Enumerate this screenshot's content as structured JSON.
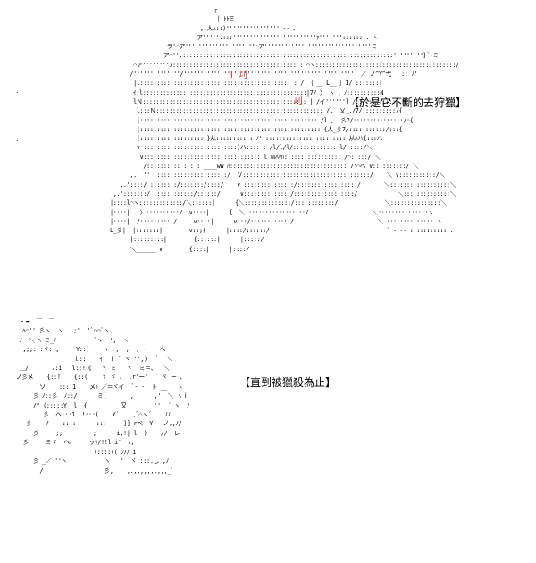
{
  "colors": {
    "text": "#000000",
    "accent_red": "#e03a3a",
    "background": "#ffffff"
  },
  "captions": {
    "top": "【於是它不斷的去狩獵】",
    "bottom": "【直到被獵殺為止】"
  },
  "annotations": {
    "red_mark_1": "Т 㓚",
    "red_mark_2": "㓚"
  },
  "stray_marks": {
    "dot": "."
  },
  "art": {
    "top": [
      "                                   ┌",
      "                                    | ﾄﾄミ",
      "                               ,.人∧::)'''''''''''''''''-- 、",
      "                              ア'''''.:::'''''''''''''''''''''''''ｧ'''''''::::::.. ヽ",
      "                     ラ'⌒ア'''''''''''''''''''''⌒ア''''''''''''''''''''''''''''''''ミ",
      "                    ア⌒''.:::::::::::::::::::::::::::::::::::::::::::::::::::::::::::::::'''''''''}`ﾄミ",
      "           ⌒ア''''''''7::::::::::::::::::::::::::::::::::::: : ⌒ヽ::::::::::::::::::::::::::::::::::::::::::/",
      "          /''''''''''''''/'''''''''''''''''''''''''''''''''''''''''''''''''''  ／ ノ^Y^弋   :: ﾉ'",
      "           |l::::::::::::::::::::::::::::::::::::::::::::: : / ｛ __ L__ ｝I/ :::::::|",
      "           ｲ:l:::::::::::::::::::::::::::::::::::::::::::::::::|7/ 〉 ヽ 、ﾉ::::::::::N",
      "           lＮ::::::::::::::::::::::::::::::::::::::::::::::::: | /イ''''''l /::::::::::::  N",
      "            l:::Ｎ:::::::::::::::::::::::::::::::::::::::::::::::::: /l  乂_,/7/::::::::::/{",
      "            |::::::::::::::::::::::::::::::::::::::::::::::::::::: /l ,.:彡7/:::::::::::::::/:{",
      "            |:::::::::::::::::::::::::::::::::::::::::::::::::::::: {人_彡7/:::::::::::/:::{",
      "            |::::::::::::::::::: }从::::::::: : ﾉ' :::::::::::::::::::::::: 从ﾊハ{:::ハ",
      "            ∨ ::::::::::::::::::::::::::::)ハ:::: : /l/l/l/::::::::::::: l/:::::/＼",
      "             ∨::::::::::::::::::::::::::::::::::: l ﾊﾙﾍﾍﾊ::::::::::::::::: /⌒:::::/ ＼",
      "              /:::::::::: : : : ____wW ﾊ:::::::::::::::::::::::::::::::::::`7'⌒ヘ ∨::::::::::/ ＼",
      "          ,.  '' ,:::::::::::::::::::::/  Ｖ::::::::::::::::::::::::::::::::::::::/    ＼ ∨:::::::::::/＼",
      "       ,.'::::/ ::::::::/:::::::/::::/    ∨ :::::::::::::::/::::::::::::::::::/       ＼::::::::::::::::::＼",
      "     ,.':::::::/ ::::::::::::/::::::/      ∨::::::::::::: /::::::::::::: ::::/            ＼::::::::::::::＼",
      "    |::::l⌒ヽ:::::::::::::/＼::::::|      {＼::::::::::::::/::::::::::::/              ＼:::::::::::::::＼",
      "    |::::|   〉::::::::::/  ∨::::|      {  ＼::::::::::::::::::/                   ＼::::::::::::: :ヽ",
      "    |::::|  /::::::::::/     ∨::::|      ∨:::/::::::::::::/                         ＼ :::::::::::::: ヽ",
      "    L_彡|  |:::::::|        ∨::;{      |::::/::::::/                                   ` ‐ -- ::::::::::: .",
      "          |:::::::::|        {::::::|      |:::::/",
      "          ＼______ ∨        {::::|      |::::/"
    ],
    "bottom": [
      "  ┌ ━  ￣  ￣       ＿ ＿ ＿",
      "  ,ﾍ⌒'' 彡ヽ  ヽ   ;'  '`⌒⌒`ヽ、",
      "  ﾉ  ＼ ﾍ ミ_ﾉ           `ヽ  ',  ヽ",
      "   ,;;:::ヾ::,     Y::)    ヽ  ,  ,  ,‐-─ ┐ へ",
      "                  ｌ::!   ｲ  ｉ ﾞ ヾ '',)  ｀  ＼",
      "  ＿/       ﾉ:i   l::!《   ヾ ミ   ヾ  ミ＝、  ＼",
      " ノ彡メ    {::!    {::(    ゝ ヾ 、 ,r'ー'  ´ ヾ ー 、",
      "        ソ    ::::1    メ〉／＝ヾイ  `‐ -  ト __   ヽ",
      "      彡 ﾉ::彡  ﾉ::/      ミ(       ,      ,'  ＼ ヽｉ",
      "      /\" (:::::Y  l  {          又        ''  ´ ヽ  ﾉ",
      "         彡  ヘ:::1  !:::(    Y´    ,ﾞ⌒ヽ´    ﾉﾉ",
      "    彡    /    ::::   '  :::     ]] rベ  Y´  ノ,,ﾉ/",
      "      彡     ;;         ;      i,!| l  )    //  レ",
      "   彡     ミヾ  ヘ、    ッﾂ/!!l i'  ﾉ,",
      "                        (::::(( ﾝﾉﾉ i",
      "      彡 _／ ''ヽ           ヽ   '  ヾ::::.し ,ﾉ",
      "        /                  彡,    ,.,,,,,,,,,,_ﾞ"
    ]
  }
}
